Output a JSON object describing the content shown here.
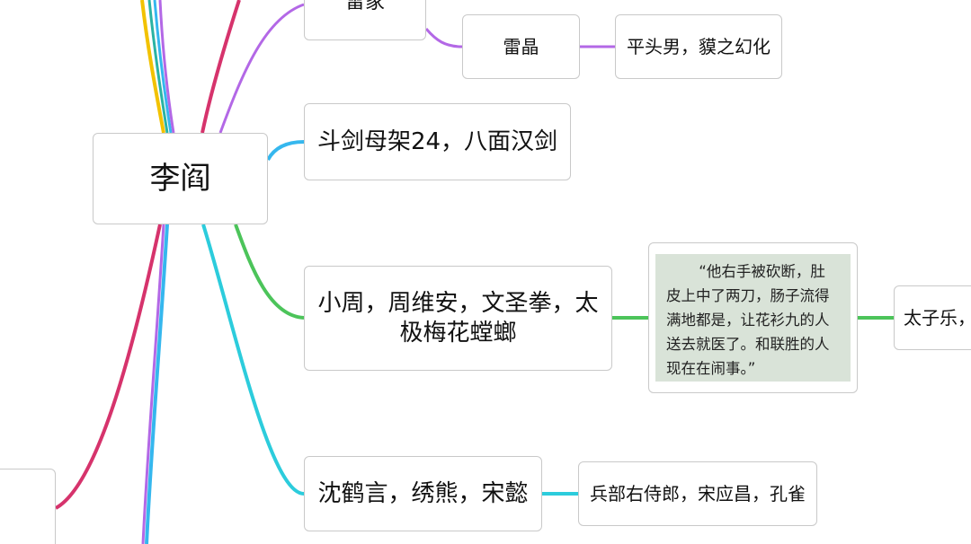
{
  "mindmap": {
    "root": {
      "label": "李阎"
    },
    "branches": {
      "leijia": {
        "label": "雷家"
      },
      "leijing": {
        "label": "雷晶"
      },
      "pingtou": {
        "label": "平头男，貘之幻化"
      },
      "doujian": {
        "label": "斗剑母架24，八面汉剑"
      },
      "xiaozhou": {
        "label": "小周，周维安，文圣拳，太极梅花螳螂"
      },
      "quote": {
        "text": "“他右手被砍断，肚皮上中了两刀，肠子流得满地都是，让花衫九的人送去就医了。和联胜的人现在在闹事。”"
      },
      "taizi": {
        "label": "太子乐，"
      },
      "shenhe": {
        "label": "沈鹤言，绣熊，宋懿"
      },
      "bingbu": {
        "label": "兵部右侍郎，宋应昌，孔雀"
      }
    },
    "colors": {
      "purple": "#b368e6",
      "blue": "#35b7ee",
      "green": "#4cc45a",
      "cyan": "#2cccdc",
      "crimson": "#d6336c",
      "yellow": "#f2c200",
      "teal": "#2ab3a3",
      "quote_bg": "#d9e3d8",
      "border": "#c9c9c9"
    }
  }
}
